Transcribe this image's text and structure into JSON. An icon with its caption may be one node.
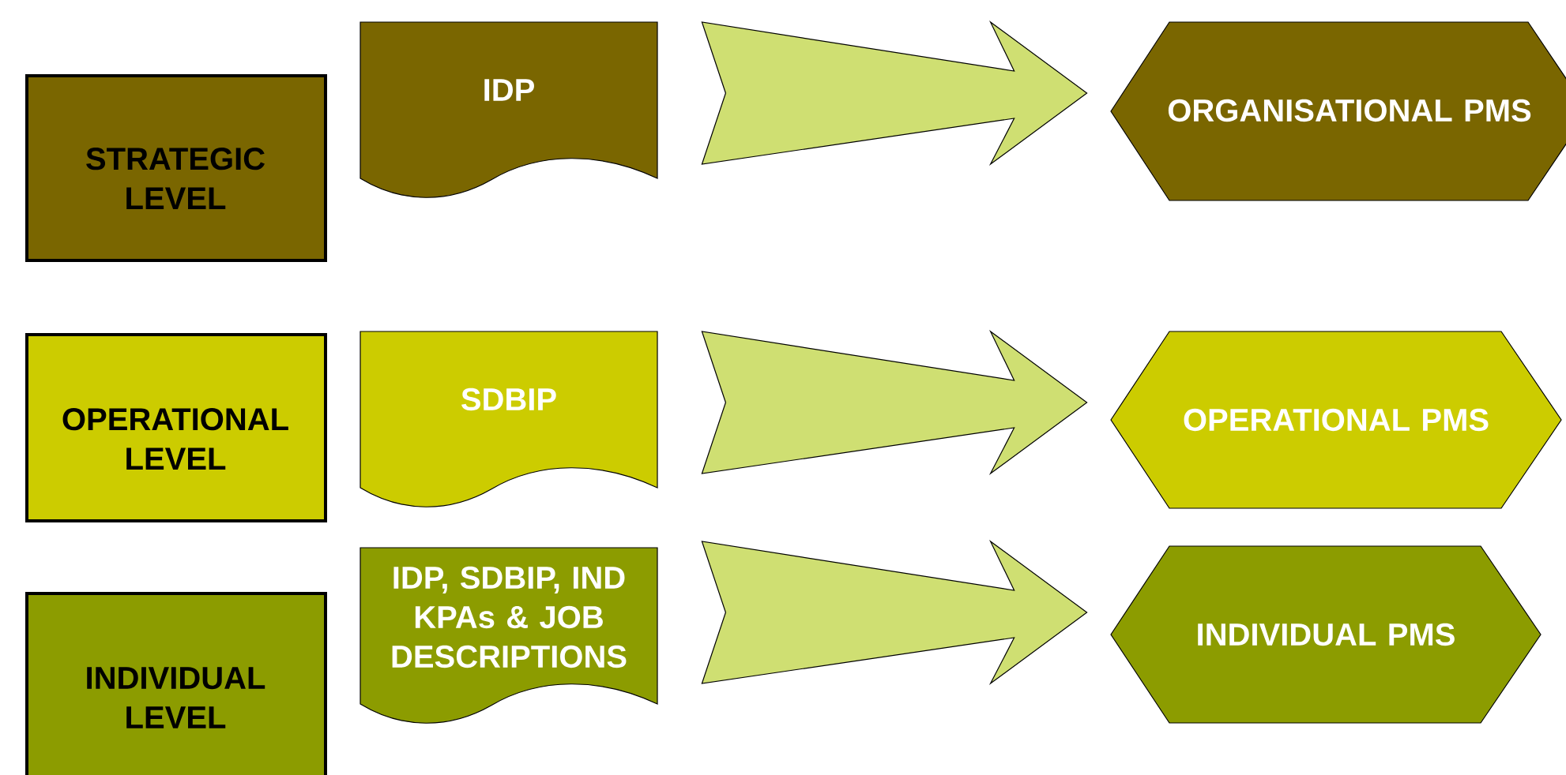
{
  "diagram": {
    "nodes": [
      {
        "text": [
          "STRATEGIC LEVEL"
        ]
      },
      {
        "text": [
          "IDP"
        ]
      },
      {
        "text": [
          "ORGANISATIONAL PMS"
        ]
      },
      {
        "text": [
          "OPERATIONAL LEVEL"
        ]
      },
      {
        "text": [
          "SDBIP"
        ]
      },
      {
        "text": [
          "OPERATIONAL PMS"
        ]
      },
      {
        "text": [
          "INDIVIDUAL LEVEL"
        ]
      },
      {
        "text": [
          "IDP, SDBIP, IND KPAs & JOB DESCRIPTIONS"
        ]
      },
      {
        "text": [
          "INDIVIDUAL PMS"
        ]
      }
    ],
    "edges": [
      {
        "from": 1,
        "to": 2,
        "arrow": "to"
      },
      {
        "from": 4,
        "to": 5,
        "arrow": "to"
      },
      {
        "from": 7,
        "to": 8,
        "arrow": "to"
      }
    ]
  }
}
